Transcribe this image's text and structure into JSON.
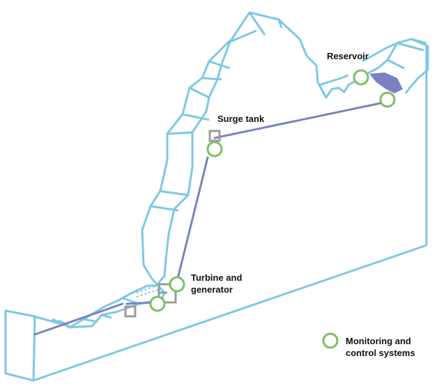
{
  "labels": {
    "reservoir": "Reservoir",
    "surge_tank": "Surge tank",
    "turbine": "Turbine and\ngenerator",
    "legend": "Monitoring and\ncontrol systems"
  },
  "colors": {
    "terrain": "#7ec8e3",
    "pipe": "#7b82c0",
    "marker": "#7cbe63",
    "equipment": "#9b9b9b",
    "water": "#7b7fc4"
  }
}
